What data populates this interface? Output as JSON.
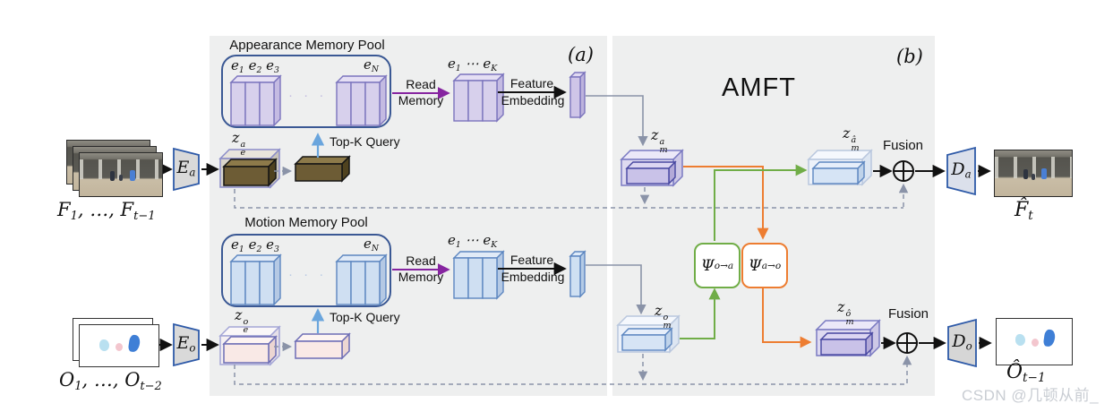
{
  "figure": {
    "panel_a_label": "(a)",
    "panel_b_label": "(b)",
    "amft_title": "AMFT",
    "watermark": "CSDN @几顿从前_"
  },
  "appearance": {
    "pool_title": "Appearance Memory Pool",
    "cells_left": [
      {
        "t": "e"
      },
      {
        "sub": "1"
      },
      {
        "t": " e"
      },
      {
        "sub": "2"
      },
      {
        "t": " e"
      },
      {
        "sub": "3"
      }
    ],
    "cell_n": [
      {
        "t": "e"
      },
      {
        "sub": "N"
      }
    ],
    "cells_k": [
      {
        "t": "e"
      },
      {
        "sub": "1"
      },
      {
        "t": " ⋯ e"
      },
      {
        "sub": "K"
      }
    ],
    "dots": "· · ·",
    "read": "Read",
    "memory": "Memory",
    "feature": "Feature",
    "embedding": "Embedding",
    "topk": "Top-K Query",
    "z_e": [
      {
        "t": "z"
      },
      {
        "stack": {
          "sup": "a",
          "sub": "e"
        }
      }
    ],
    "z_m": [
      {
        "t": "z"
      },
      {
        "stack": {
          "sup": "a",
          "sub": "m"
        }
      }
    ],
    "z_m_hat": [
      {
        "t": "z"
      },
      {
        "stack": {
          "sup": "â",
          "sub": "m"
        }
      }
    ],
    "encoder": [
      {
        "t": "E"
      },
      {
        "sub": "a"
      }
    ],
    "decoder": [
      {
        "t": "D"
      },
      {
        "sub": "a"
      }
    ],
    "fusion": "Fusion",
    "input_label": [
      {
        "t": "F"
      },
      {
        "sub": "1"
      },
      {
        "t": ", …, F"
      },
      {
        "sub": "t−1"
      }
    ],
    "output_label": [
      {
        "t": "F̂"
      },
      {
        "sub": "t"
      }
    ]
  },
  "motion": {
    "pool_title": "Motion Memory Pool",
    "cells_left": [
      {
        "t": "e"
      },
      {
        "sub": "1"
      },
      {
        "t": " e"
      },
      {
        "sub": "2"
      },
      {
        "t": " e"
      },
      {
        "sub": "3"
      }
    ],
    "cell_n": [
      {
        "t": "e"
      },
      {
        "sub": "N"
      }
    ],
    "cells_k": [
      {
        "t": "e"
      },
      {
        "sub": "1"
      },
      {
        "t": " ⋯ e"
      },
      {
        "sub": "K"
      }
    ],
    "dots": "· · ·",
    "read": "Read",
    "memory": "Memory",
    "feature": "Feature",
    "embedding": "Embedding",
    "topk": "Top-K Query",
    "z_e": [
      {
        "t": "z"
      },
      {
        "stack": {
          "sup": "o",
          "sub": "e"
        }
      }
    ],
    "z_m": [
      {
        "t": "z"
      },
      {
        "stack": {
          "sup": "o",
          "sub": "m"
        }
      }
    ],
    "z_m_hat": [
      {
        "t": "z"
      },
      {
        "stack": {
          "sup": "ô",
          "sub": "m"
        }
      }
    ],
    "encoder": [
      {
        "t": "E"
      },
      {
        "sub": "o"
      }
    ],
    "decoder": [
      {
        "t": "D"
      },
      {
        "sub": "o"
      }
    ],
    "fusion": "Fusion",
    "input_label": [
      {
        "t": "O"
      },
      {
        "sub": "1"
      },
      {
        "t": ", …, O"
      },
      {
        "sub": "t−2"
      }
    ],
    "output_label": [
      {
        "t": "Ô"
      },
      {
        "sub": "t−1"
      }
    ]
  },
  "amft": {
    "psi_o_to_a": [
      {
        "t": "Ψ"
      },
      {
        "sub": "o→a"
      }
    ],
    "psi_a_to_o": [
      {
        "t": "Ψ"
      },
      {
        "sub": "a→o"
      }
    ]
  },
  "colors": {
    "panel_gray": "#eeefef",
    "pool_border_blue": "#3a5894",
    "appearance_cell_purple": "#d7d0ec",
    "motion_cell_blue": "#cfdff2",
    "read_arrow_purple": "#8624a0",
    "query_arrow_blue": "#6aa5dd",
    "cross_orange": "#ed7d31",
    "cross_green": "#70ad47",
    "skip_dash_gray": "#8a93a8",
    "encoder_border_blue": "#2e5aa8"
  }
}
